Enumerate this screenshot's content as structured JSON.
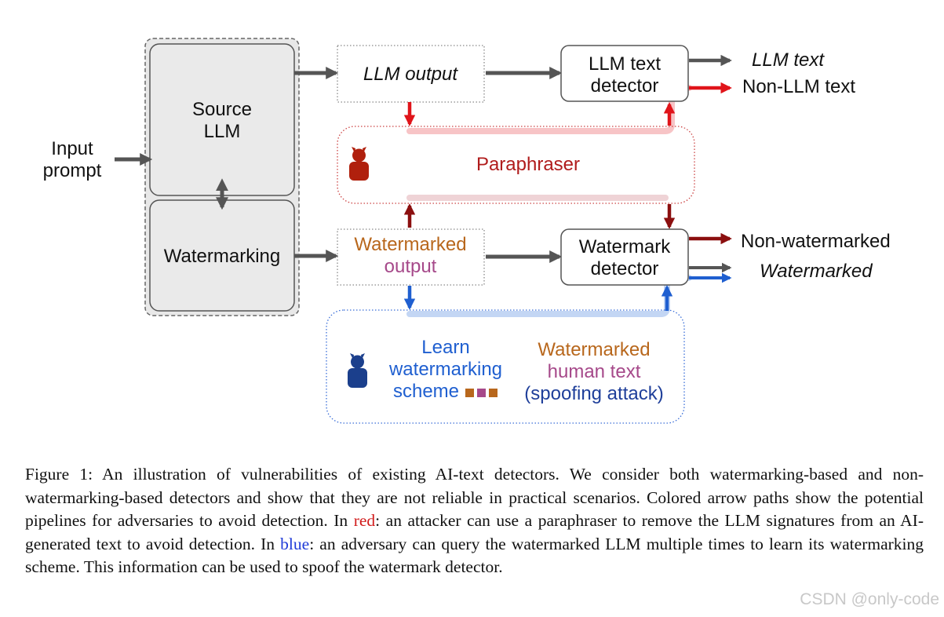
{
  "figure": {
    "input_prompt": [
      "Input",
      "prompt"
    ],
    "source_llm": [
      "Source",
      "LLM"
    ],
    "watermarking": "Watermarking",
    "llm_output": "LLM output",
    "llm_text_detector": [
      "LLM text",
      "detector"
    ],
    "out_llm_text": "LLM text",
    "out_non_llm_text": "Non-LLM text",
    "paraphraser": "Paraphraser",
    "watermarked_output": [
      "Watermarked",
      "output"
    ],
    "watermark_detector": [
      "Watermark",
      "detector"
    ],
    "out_non_watermarked": "Non-watermarked",
    "out_watermarked": "Watermarked",
    "learn_scheme": [
      "Learn",
      "watermarking",
      "scheme"
    ],
    "spoof_text": [
      "Watermarked",
      "human text",
      "(spoofing attack)"
    ]
  },
  "caption": {
    "part1": "Figure 1: An illustration of vulnerabilities of existing AI-text detectors. We consider both watermarking-based and non-watermarking-based detectors and show that they are not reliable in practical scenarios. Colored arrow paths show the potential pipelines for adversaries to avoid detection. In ",
    "red_word": "red",
    "part2": ": an attacker can use a paraphraser to remove the LLM signatures from an AI-generated text to avoid detection. In ",
    "blue_word": "blue",
    "part3": ": an adversary can query the watermarked LLM multiple times to learn its watermarking scheme. This information can be used to spoof the watermark detector."
  },
  "watermark": "CSDN @only-code",
  "colors": {
    "gray_arrow": "#555555",
    "red": "#e0141a",
    "dark_red": "#8b0f0f",
    "blue": "#1f5fd0",
    "paraphraser_text": "#b01c1c",
    "orange": "#b8671c",
    "purple": "#a6498a",
    "navy": "#1f3f9a"
  }
}
